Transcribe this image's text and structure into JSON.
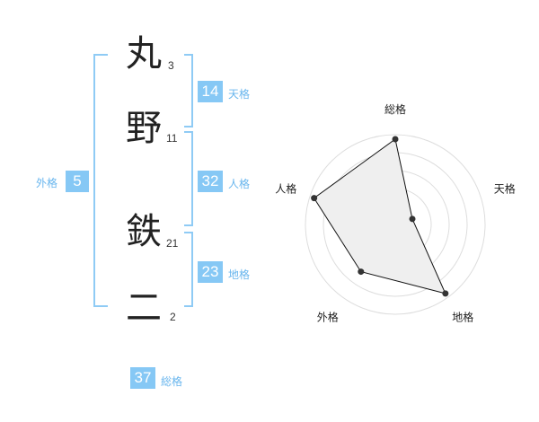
{
  "name": {
    "chars": [
      {
        "char": "丸",
        "strokes": "3"
      },
      {
        "char": "野",
        "strokes": "11"
      },
      {
        "char": "鉄",
        "strokes": "21"
      },
      {
        "char": "二",
        "strokes": "2"
      }
    ]
  },
  "kakusu": {
    "tenkaku": {
      "value": "14",
      "label": "天格"
    },
    "jinkaku": {
      "value": "32",
      "label": "人格"
    },
    "chikaku": {
      "value": "23",
      "label": "地格"
    },
    "gaikaku": {
      "value": "5",
      "label": "外格"
    },
    "soukaku": {
      "value": "37",
      "label": "総格"
    }
  },
  "chart_data": {
    "type": "radar",
    "axes": [
      "総格",
      "天格",
      "地格",
      "外格",
      "人格"
    ],
    "values": [
      0.95,
      0.2,
      0.95,
      0.65,
      0.95
    ],
    "range": [
      0,
      1
    ],
    "rings": 5,
    "colors": {
      "fill": "#efefef",
      "line": "#111111",
      "grid": "#dddddd",
      "center": "#bbbbbb"
    }
  }
}
